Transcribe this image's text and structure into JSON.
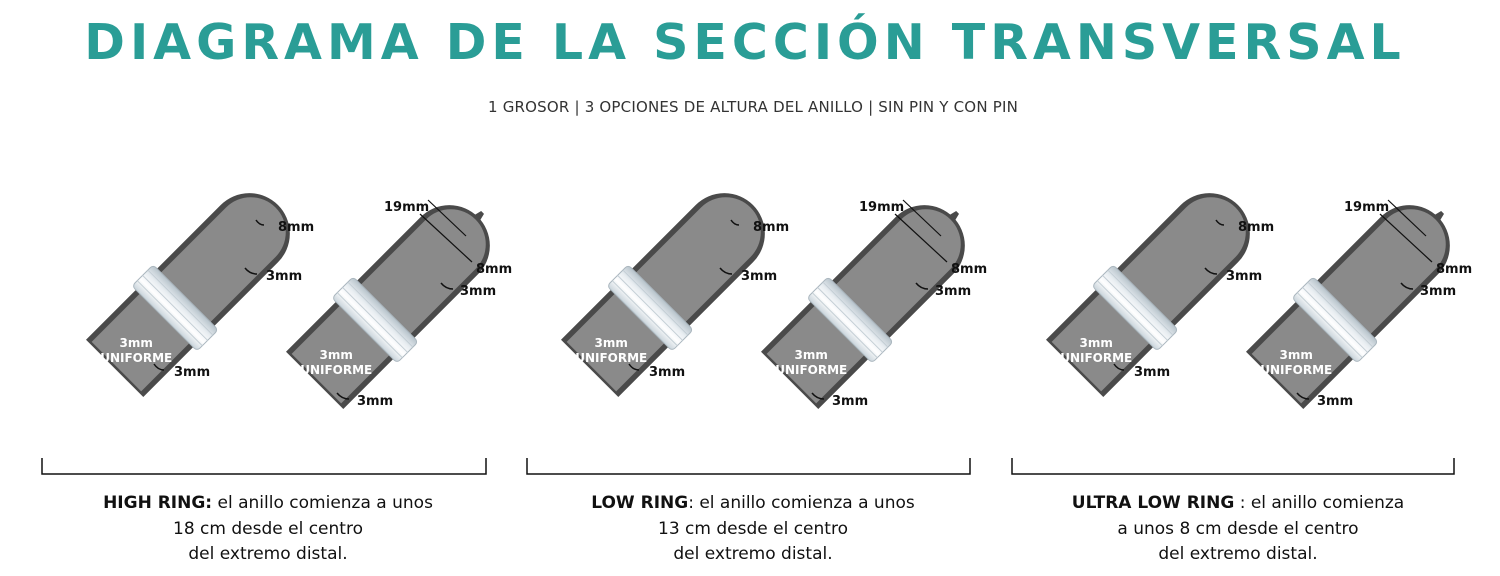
{
  "title": "DIAGRAMA DE LA SECCIÓN TRANSVERSAL",
  "subtitle": "1 GROSOR | 3 OPCIONES DE ALTURA DEL ANILLO | SIN PIN Y CON PIN",
  "colors": {
    "title": "#2a9d96",
    "body": "#8a8a8a",
    "outline": "#4a4a4a",
    "ring": "#e8eef2",
    "text": "#111111"
  },
  "section_label": [
    "3mm",
    "UNIFORME"
  ],
  "labels": {
    "tip": "8mm",
    "side": "3mm",
    "pin_length": "19mm",
    "pin_tip": "8mm"
  },
  "groups": [
    {
      "name": "HIGH RING:",
      "desc_1": "el anillo comienza a unos",
      "desc_2": "18 cm desde el centro",
      "desc_3": "del extremo distal."
    },
    {
      "name": "LOW RING",
      "desc_1": ": el anillo comienza a unos",
      "desc_2": "13 cm desde el centro",
      "desc_3": "del extremo distal."
    },
    {
      "name": "ULTRA LOW RING",
      "desc_1": " : el anillo comienza",
      "desc_2": "a unos 8 cm desde el centro",
      "desc_3": "del extremo distal."
    }
  ]
}
